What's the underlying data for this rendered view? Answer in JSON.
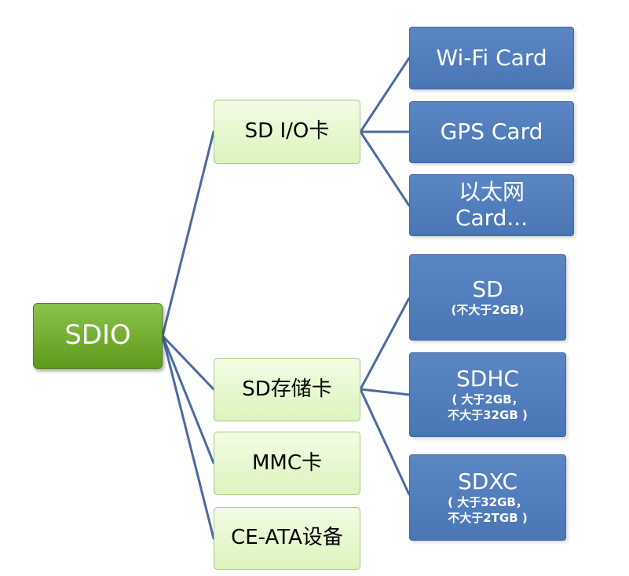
{
  "colors": {
    "root": "#6aa624",
    "middle": "#e9f8d4",
    "leaf": "#4f7bbb",
    "connector": "#4a6aa1"
  },
  "root": {
    "label": "SDIO"
  },
  "middle": [
    {
      "label": "SD I/O卡"
    },
    {
      "label": "SD存储卡"
    },
    {
      "label": "MMC卡"
    },
    {
      "label": "CE-ATA设备"
    }
  ],
  "leaves": [
    {
      "title": "Wi-Fi Card"
    },
    {
      "title": "GPS Card"
    },
    {
      "title": "以太网",
      "title2": "Card..."
    },
    {
      "title": "SD",
      "note": "(不大于2GB)"
    },
    {
      "title": "SDHC",
      "note": "( 大于2GB，",
      "note2": "不大于32GB )"
    },
    {
      "title": "SDXC",
      "note": "( 大于32GB，",
      "note2": "不大于2TGB )"
    }
  ]
}
